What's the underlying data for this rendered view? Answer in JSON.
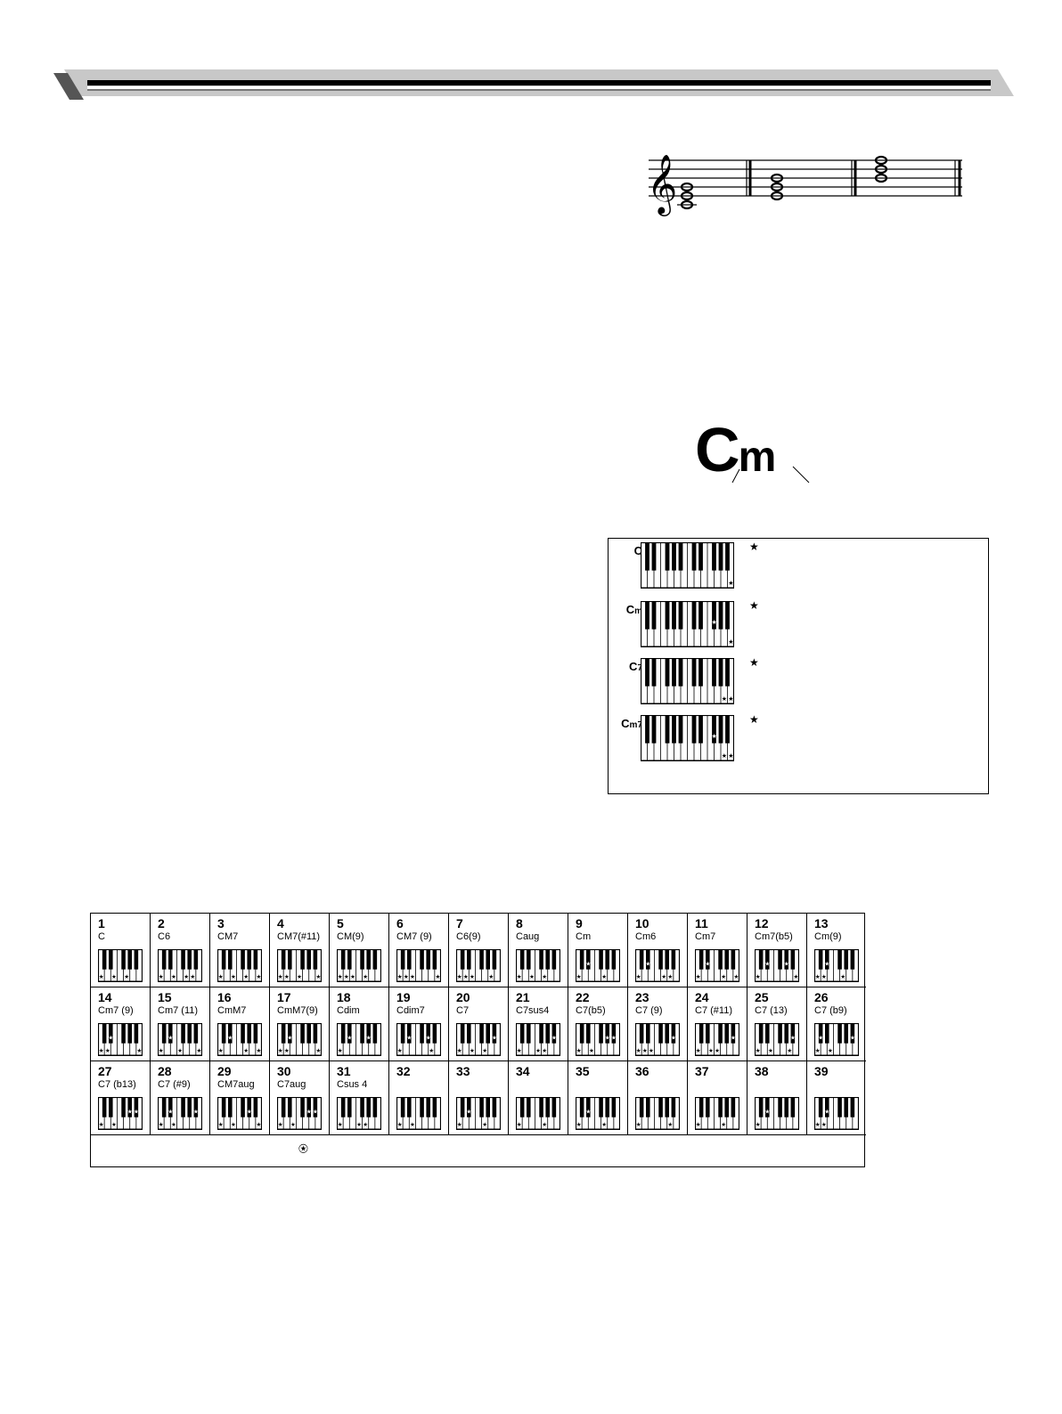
{
  "header": {},
  "staff": {
    "clef": "treble-clef-icon"
  },
  "cm_example": {
    "root": "C",
    "type": "m"
  },
  "diagram_box": {
    "rows": [
      {
        "name": "C",
        "sub": ""
      },
      {
        "name": "C",
        "sub": "m"
      },
      {
        "name": "C",
        "sub": "7"
      },
      {
        "name": "C",
        "sub": "m7"
      }
    ],
    "star": "★"
  },
  "chord_table": {
    "cells": [
      {
        "num": "1",
        "name": "C"
      },
      {
        "num": "2",
        "name": "C6"
      },
      {
        "num": "3",
        "name": "CM7"
      },
      {
        "num": "4",
        "name": "CM7(#11)"
      },
      {
        "num": "5",
        "name": "CM(9)"
      },
      {
        "num": "6",
        "name": "CM7 (9)"
      },
      {
        "num": "7",
        "name": "C6(9)"
      },
      {
        "num": "8",
        "name": "Caug"
      },
      {
        "num": "9",
        "name": "Cm"
      },
      {
        "num": "10",
        "name": "Cm6"
      },
      {
        "num": "11",
        "name": "Cm7"
      },
      {
        "num": "12",
        "name": "Cm7(b5)"
      },
      {
        "num": "13",
        "name": "Cm(9)"
      },
      {
        "num": "14",
        "name": "Cm7 (9)"
      },
      {
        "num": "15",
        "name": "Cm7 (11)"
      },
      {
        "num": "16",
        "name": "CmM7"
      },
      {
        "num": "17",
        "name": "CmM7(9)"
      },
      {
        "num": "18",
        "name": "Cdim"
      },
      {
        "num": "19",
        "name": "Cdim7"
      },
      {
        "num": "20",
        "name": "C7"
      },
      {
        "num": "21",
        "name": "C7sus4"
      },
      {
        "num": "22",
        "name": "C7(b5)"
      },
      {
        "num": "23",
        "name": "C7 (9)"
      },
      {
        "num": "24",
        "name": "C7 (#11)"
      },
      {
        "num": "25",
        "name": "C7 (13)"
      },
      {
        "num": "26",
        "name": "C7 (b9)"
      },
      {
        "num": "27",
        "name": "C7 (b13)"
      },
      {
        "num": "28",
        "name": "C7 (#9)"
      },
      {
        "num": "29",
        "name": "CM7aug"
      },
      {
        "num": "30",
        "name": "C7aug"
      },
      {
        "num": "31",
        "name": "Csus 4"
      },
      {
        "num": "32",
        "name": ""
      },
      {
        "num": "33",
        "name": ""
      },
      {
        "num": "34",
        "name": ""
      },
      {
        "num": "35",
        "name": ""
      },
      {
        "num": "36",
        "name": ""
      },
      {
        "num": "37",
        "name": ""
      },
      {
        "num": "38",
        "name": ""
      },
      {
        "num": "39",
        "name": ""
      }
    ],
    "footer_mark": "⍟"
  }
}
